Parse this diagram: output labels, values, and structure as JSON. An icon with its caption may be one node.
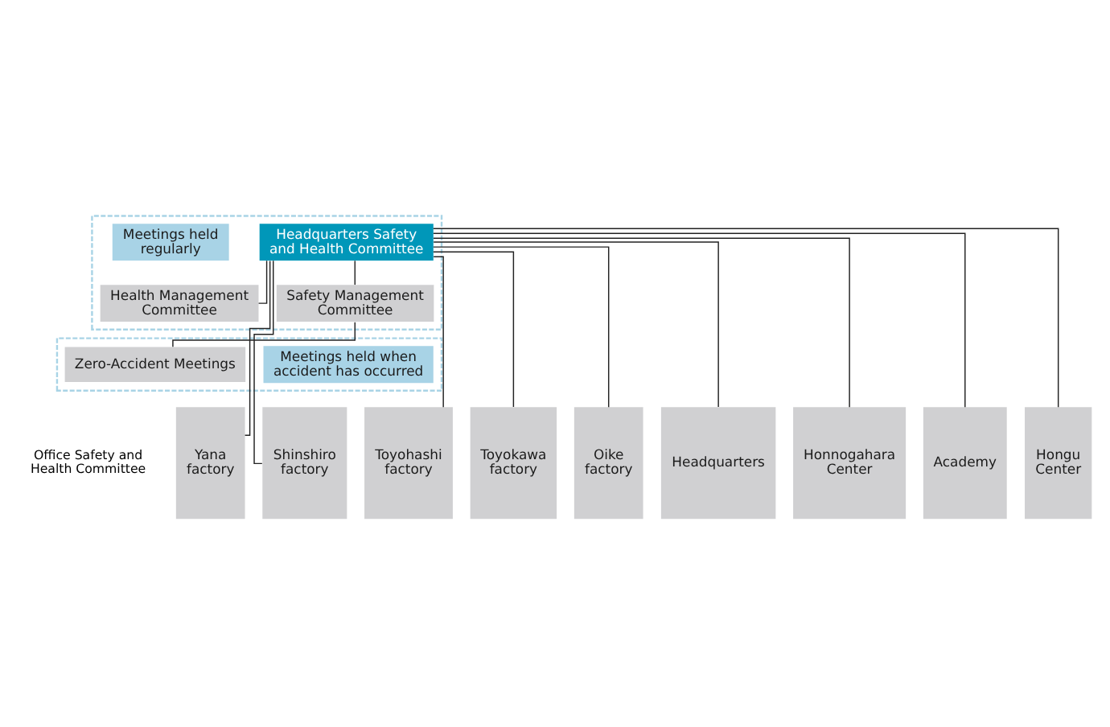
{
  "diagram": {
    "nodes": [
      {
        "text": [],
        "shape": "box"
      },
      {
        "text": [
          "Headquarters Safety and Health Committee"
        ],
        "in": 0
      },
      {
        "text": [
          "Meetings held regularly"
        ],
        "in": 0
      },
      {
        "text": [
          "Health Management Committee"
        ],
        "in": 0
      },
      {
        "text": [
          "Safety Management Committee"
        ],
        "in": 0
      },
      {
        "text": [],
        "shape": "box"
      },
      {
        "text": [
          "Meetings held when accident has occurred"
        ],
        "in": 5
      },
      {
        "text": [
          "Zero-Accident Meetings"
        ],
        "in": 5
      },
      {
        "text": [
          "Yana factory"
        ]
      },
      {
        "text": [
          "Shinshiro factory"
        ]
      },
      {
        "text": [
          "Toyohashi factory"
        ]
      },
      {
        "text": [
          "Toyokawa factory"
        ]
      },
      {
        "text": [
          "Oike factory"
        ]
      },
      {
        "text": [
          "Headquarters"
        ]
      },
      {
        "text": [
          "Honnogahara Center"
        ]
      },
      {
        "text": [
          "Academy"
        ]
      },
      {
        "text": [
          "Hongu Center"
        ]
      }
    ],
    "edges": [
      {
        "from": 1,
        "to": 3,
        "arrow": "none"
      },
      {
        "from": 1,
        "to": 4,
        "arrow": "none"
      },
      {
        "from": 4,
        "to": 7,
        "arrow": "none"
      },
      {
        "from": 1,
        "to": 8,
        "arrow": "none"
      },
      {
        "from": 1,
        "to": 9,
        "arrow": "none"
      },
      {
        "from": 1,
        "to": 10,
        "arrow": "none"
      },
      {
        "from": 1,
        "to": 11,
        "arrow": "none"
      },
      {
        "from": 1,
        "to": 12,
        "arrow": "none"
      },
      {
        "from": 1,
        "to": 13,
        "arrow": "none"
      },
      {
        "from": 1,
        "to": 14,
        "arrow": "none"
      },
      {
        "from": 1,
        "to": 15,
        "arrow": "none"
      },
      {
        "from": 1,
        "to": 16,
        "arrow": "none"
      }
    ],
    "labels": [
      "Office Safety and Health Committee"
    ]
  }
}
